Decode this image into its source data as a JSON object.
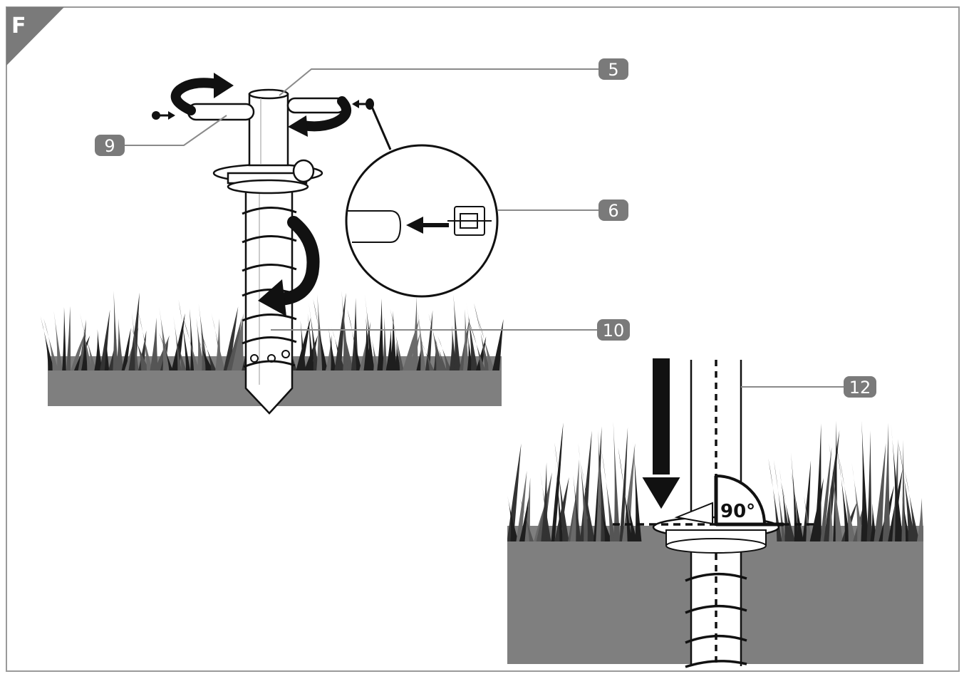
{
  "figure": {
    "corner_label": "F",
    "angle_label": "90°"
  },
  "callouts": [
    {
      "id": "callout-5",
      "label": "5"
    },
    {
      "id": "callout-9",
      "label": "9"
    },
    {
      "id": "callout-6",
      "label": "6"
    },
    {
      "id": "callout-10",
      "label": "10"
    },
    {
      "id": "callout-12",
      "label": "12"
    }
  ],
  "colors": {
    "frame": "#9a9a9a",
    "badge": "#7a7a7a",
    "ground": "#7f7f7f",
    "grass_dark": "#1e1e1e",
    "grass_mid": "#555555",
    "ink": "#111111"
  }
}
